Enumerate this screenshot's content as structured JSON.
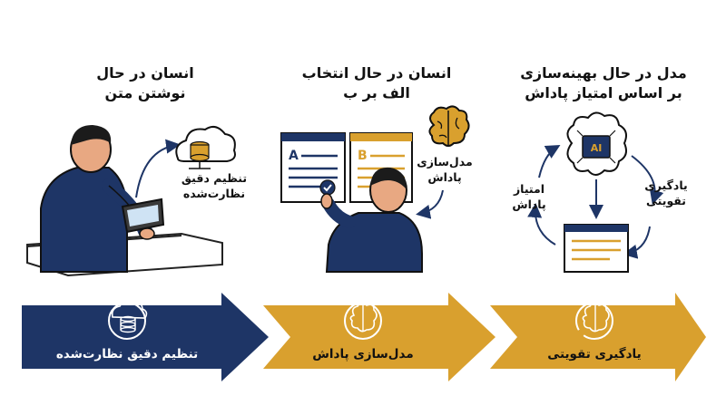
{
  "stages": [
    {
      "title": "انسان در حال\nنوشتن متن",
      "side_label": "تنظیم دقیق\nنظارت‌شده",
      "arrow_label": "تنظیم دقیق نظارت‌شده"
    },
    {
      "title": "انسان در حال انتخاب\nالف بر ب",
      "side_label": "مدل‌سازی\nپاداش",
      "arrow_label": "مدل‌سازی پاداش",
      "option_a": "A",
      "option_b": "B"
    },
    {
      "title": "مدل در حال بهینه‌سازی\nبر اساس امتیاز پاداش",
      "left_label": "امتیاز\nپاداش",
      "right_label": "یادگیری\nتقویتی",
      "arrow_label": "یادگیری تقویتی",
      "chip_text": "AI"
    }
  ],
  "colors": {
    "navy": "#1e3566",
    "gold": "#d9a02e",
    "skin": "#e8a882",
    "hair": "#1b1b1b",
    "doc_lines": "#d9a02e"
  },
  "icons": [
    "database-cloud-icon",
    "brain-icon",
    "brain-chip-icon",
    "refresh-brain-icon"
  ]
}
